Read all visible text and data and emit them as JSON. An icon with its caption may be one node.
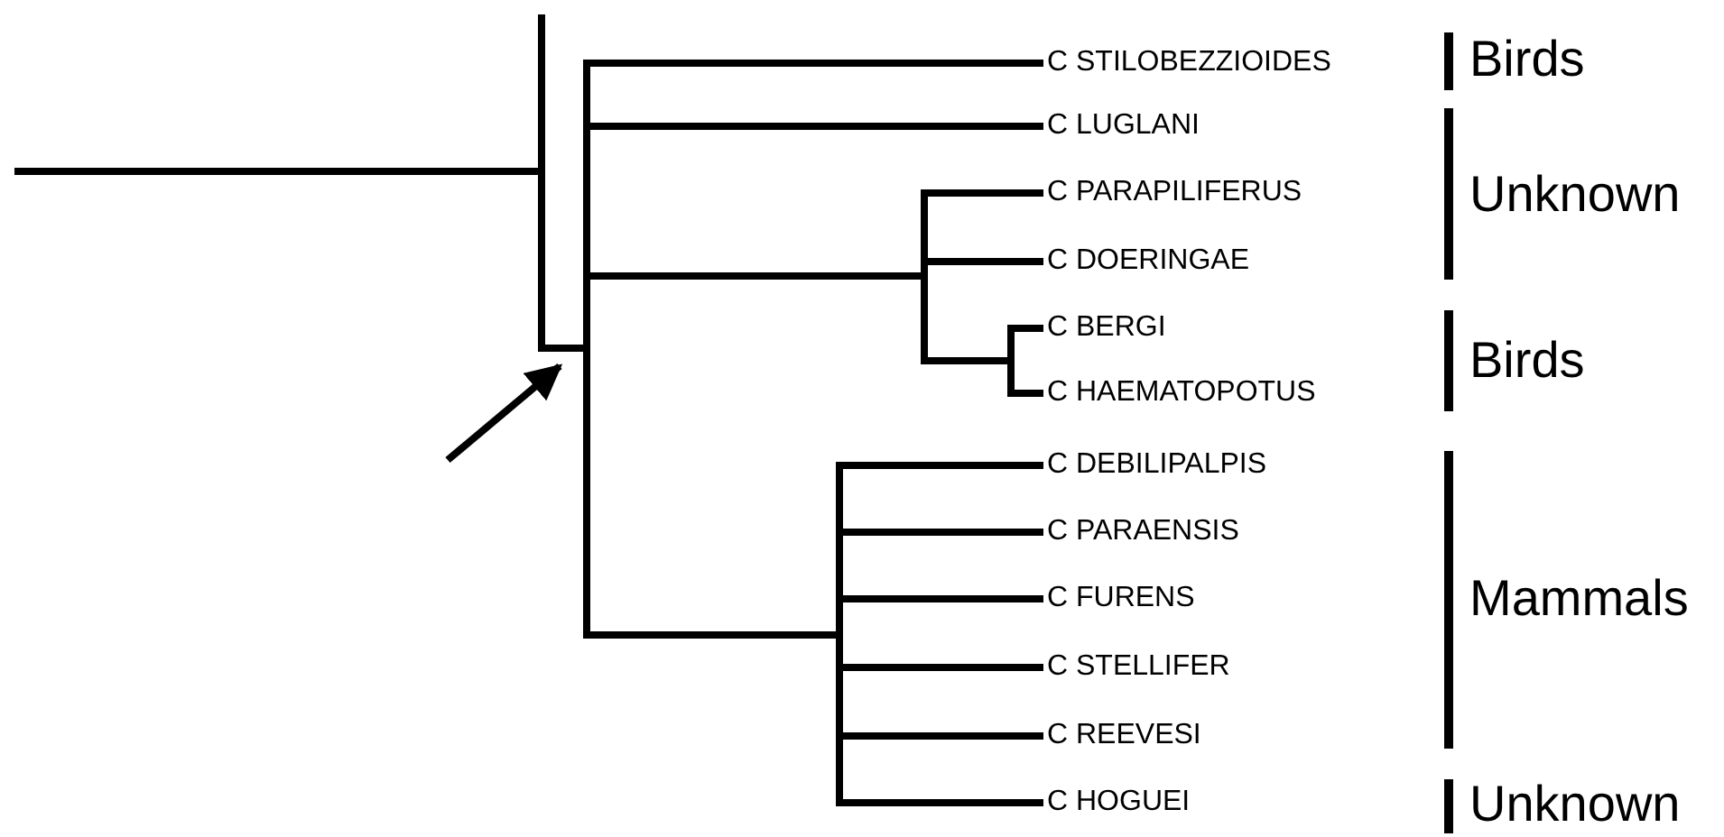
{
  "diagram": {
    "nodes": [
      {
        "text": [],
        "shape": "bar"
      },
      {
        "text": [],
        "shape": "bar"
      },
      {
        "text": [
          "C STILOBEZZIOIDES"
        ]
      },
      {
        "text": [
          "C LUGLANI"
        ]
      },
      {
        "text": [],
        "shape": "bar"
      },
      {
        "text": [
          "C PARAPILIFERUS"
        ]
      },
      {
        "text": [
          "C DOERINGAE"
        ]
      },
      {
        "text": [],
        "shape": "bar"
      },
      {
        "text": [
          "C BERGI"
        ]
      },
      {
        "text": [
          "C HAEMATOPOTUS"
        ]
      },
      {
        "text": [],
        "shape": "bar"
      },
      {
        "text": [
          "C DEBILIPALPIS"
        ]
      },
      {
        "text": [
          "C PARAENSIS"
        ]
      },
      {
        "text": [
          "C FURENS"
        ]
      },
      {
        "text": [
          "C STELLIFER"
        ]
      },
      {
        "text": [
          "C REEVESI"
        ]
      },
      {
        "text": [
          "C HOGUEI"
        ]
      }
    ],
    "edges": [
      {
        "from": null,
        "to": 0,
        "arrow": "none"
      },
      {
        "from": 0,
        "to": 1,
        "arrow": "none"
      },
      {
        "from": 1,
        "to": 2,
        "arrow": "none"
      },
      {
        "from": 1,
        "to": 3,
        "arrow": "none"
      },
      {
        "from": 1,
        "to": 4,
        "arrow": "none"
      },
      {
        "from": 4,
        "to": 5,
        "arrow": "none"
      },
      {
        "from": 4,
        "to": 6,
        "arrow": "none"
      },
      {
        "from": 4,
        "to": 7,
        "arrow": "none"
      },
      {
        "from": 7,
        "to": 8,
        "arrow": "none"
      },
      {
        "from": 7,
        "to": 9,
        "arrow": "none"
      },
      {
        "from": 1,
        "to": 10,
        "arrow": "none"
      },
      {
        "from": 10,
        "to": 11,
        "arrow": "none"
      },
      {
        "from": 10,
        "to": 12,
        "arrow": "none"
      },
      {
        "from": 10,
        "to": 13,
        "arrow": "none"
      },
      {
        "from": 10,
        "to": 14,
        "arrow": "none"
      },
      {
        "from": 10,
        "to": 15,
        "arrow": "none"
      },
      {
        "from": 10,
        "to": 16,
        "arrow": "none"
      },
      {
        "from": null,
        "to": 1,
        "arrow": "to"
      }
    ],
    "labels": [
      "Birds",
      "Unknown",
      "Birds",
      "Mammals",
      "Unknown"
    ]
  }
}
